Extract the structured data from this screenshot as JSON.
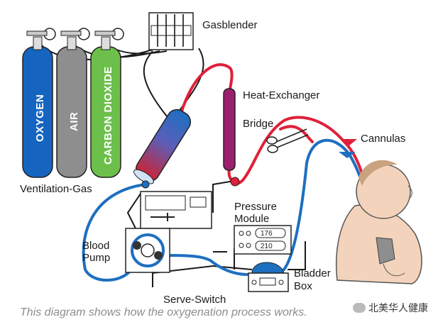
{
  "labels": {
    "gasblender": "Gasblender",
    "heat_exchanger": "Heat-Exchanger",
    "bridge": "Bridge",
    "cannulas": "Cannulas",
    "pressure_module_line1": "Pressure",
    "pressure_module_line2": "Module",
    "blood_pump_line1": "Blood",
    "blood_pump_line2": "Pump",
    "bladder_box_line1": "Bladder",
    "bladder_box_line2": "Box",
    "serve_switch": "Serve-Switch",
    "ventilation_gas": "Ventilation-Gas"
  },
  "cylinders": [
    {
      "label": "OXYGEN",
      "color": "#1565c0"
    },
    {
      "label": "AIR",
      "color": "#8e8e8e"
    },
    {
      "label": "CARBON DIOXIDE",
      "color": "#6dbf4b"
    }
  ],
  "pressure_readings": [
    "176",
    "210"
  ],
  "caption": "This diagram shows how the oxygenation process works.",
  "watermark": "北美华人健康",
  "colors": {
    "arterial": "#e0203a",
    "venous": "#1e6fc0",
    "heat_exchanger": "#9b1f6e",
    "line": "#1a1a1a"
  }
}
